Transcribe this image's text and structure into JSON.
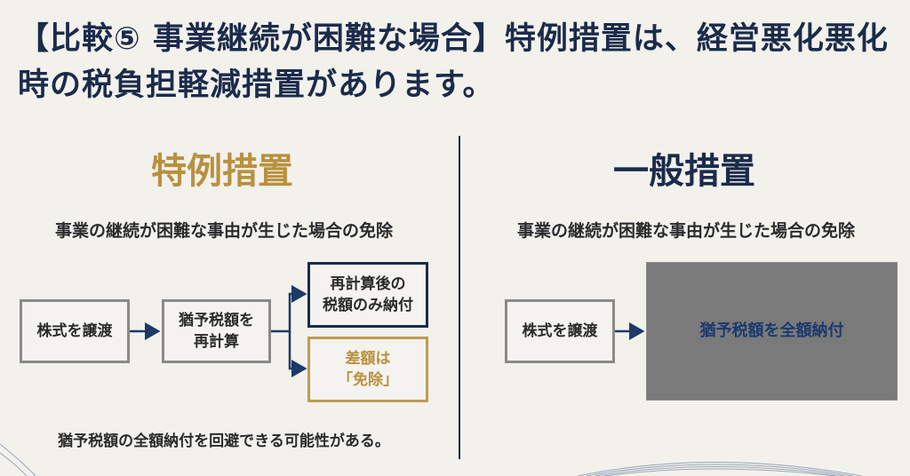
{
  "title": "【比較⑤ 事業継続が困難な場合】特例措置は、経営悪化悪化時の税負担軽減措置があります。",
  "left": {
    "heading": "特例措置",
    "subtitle": "事業の継続が困難な事由が生じた場合の免除",
    "box1": "株式を譲渡",
    "box2_l1": "猶予税額を",
    "box2_l2": "再計算",
    "box3_l1": "再計算後の",
    "box3_l2": "税額のみ納付",
    "box4_l1": "差額は",
    "box4_l2": "「免除」",
    "footer": "猶予税額の全額納付を回避できる可能性がある。"
  },
  "right": {
    "heading": "一般措置",
    "subtitle": "事業の継続が困難な事由が生じた場合の免除",
    "box1": "株式を譲渡",
    "result": "猶予税額を全額納付"
  },
  "colors": {
    "navy": "#1b2b4b",
    "gold": "#b8913f",
    "gray_box": "#7a7a7a"
  }
}
